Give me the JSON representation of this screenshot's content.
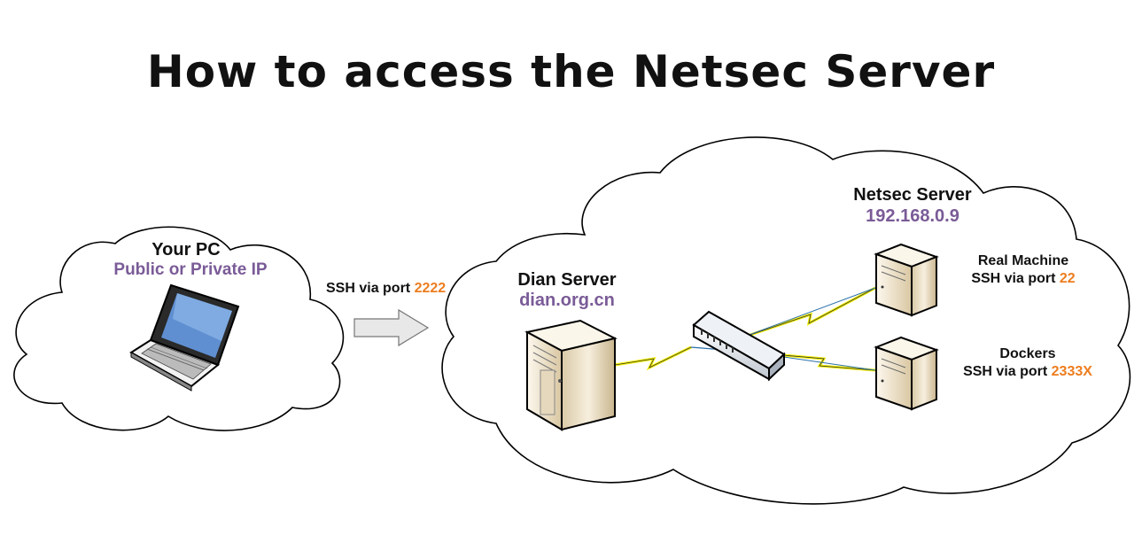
{
  "title": "How to access the Netsec Server",
  "pc": {
    "name": "Your PC",
    "ip": "Public or Private IP"
  },
  "link": {
    "text": "SSH via port ",
    "port": "2222"
  },
  "dian": {
    "name": "Dian Server",
    "host": "dian.org.cn"
  },
  "netsec": {
    "name": "Netsec Server",
    "ip": "192.168.0.9"
  },
  "real_machine": {
    "name": "Real Machine",
    "text": "SSH via port ",
    "port": "22"
  },
  "dockers": {
    "name": "Dockers",
    "text": "SSH via port ",
    "port": "2333X"
  },
  "colors": {
    "purple": "#7a5b97",
    "orange": "#ed7d1f",
    "server_body": "#efe4cf",
    "bolt": "#f3f000"
  }
}
